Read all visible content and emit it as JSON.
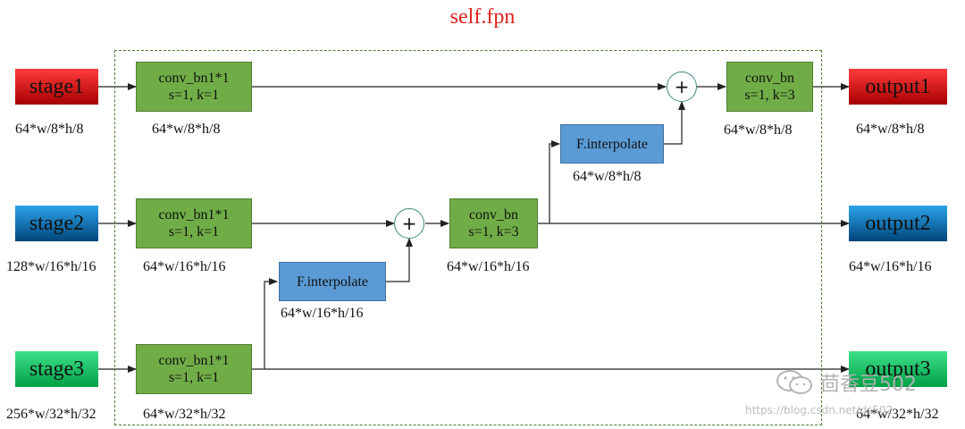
{
  "title": "self.fpn",
  "inputs": [
    {
      "label": "stage1",
      "dim": "64*w/8*h/8",
      "color": "#d81b1b"
    },
    {
      "label": "stage2",
      "dim": "128*w/16*h/16",
      "color": "#1a78c2"
    },
    {
      "label": "stage3",
      "dim": "256*w/32*h/32",
      "color": "#12c060"
    }
  ],
  "outputs": [
    {
      "label": "output1",
      "dim": "64*w/8*h/8"
    },
    {
      "label": "output2",
      "dim": "64*w/16*h/16"
    },
    {
      "label": "output3",
      "dim": "64*w/32*h/32"
    }
  ],
  "lateral": [
    {
      "line1": "conv_bn1*1",
      "line2": "s=1, k=1",
      "dim": "64*w/8*h/8"
    },
    {
      "line1": "conv_bn1*1",
      "line2": "s=1, k=1",
      "dim": "64*w/16*h/16"
    },
    {
      "line1": "conv_bn1*1",
      "line2": "s=1, k=1",
      "dim": "64*w/32*h/32"
    }
  ],
  "merge": [
    {
      "line1": "conv_bn",
      "line2": "s=1, k=3",
      "dim": "64*w/8*h/8"
    },
    {
      "line1": "conv_bn",
      "line2": "s=1, k=3",
      "dim": "64*w/16*h/16"
    }
  ],
  "interp": [
    {
      "label": "F.interpolate",
      "dim": "64*w/8*h/8"
    },
    {
      "label": "F.interpolate",
      "dim": "64*w/16*h/16"
    }
  ],
  "plus_symbol": "+",
  "watermark": {
    "text": "茴香豆502",
    "url": "https://blog.csdn.net/ds502"
  },
  "colors": {
    "title": "#e0201c",
    "green_box": "#70ad47",
    "blue_box": "#5b9bd5",
    "frame": "#4d7a2e"
  }
}
